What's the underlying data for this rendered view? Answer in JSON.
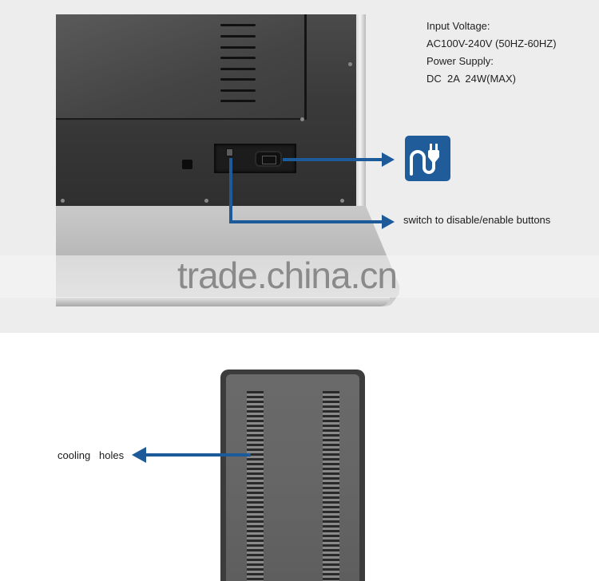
{
  "top_panel": {
    "specs": {
      "input_voltage_label": "Input Voltage:",
      "input_voltage_value": "AC100V-240V (50HZ-60HZ)",
      "power_supply_label": "Power Supply:",
      "power_supply_value": "DC  2A  24W(MAX)"
    },
    "power_icon": "power-plug-icon",
    "switch_label": "switch to disable/enable buttons",
    "watermark": "trade.china.cn",
    "accent_color": "#1f5c99"
  },
  "bottom_panel": {
    "cooling_label": "cooling   holes"
  }
}
